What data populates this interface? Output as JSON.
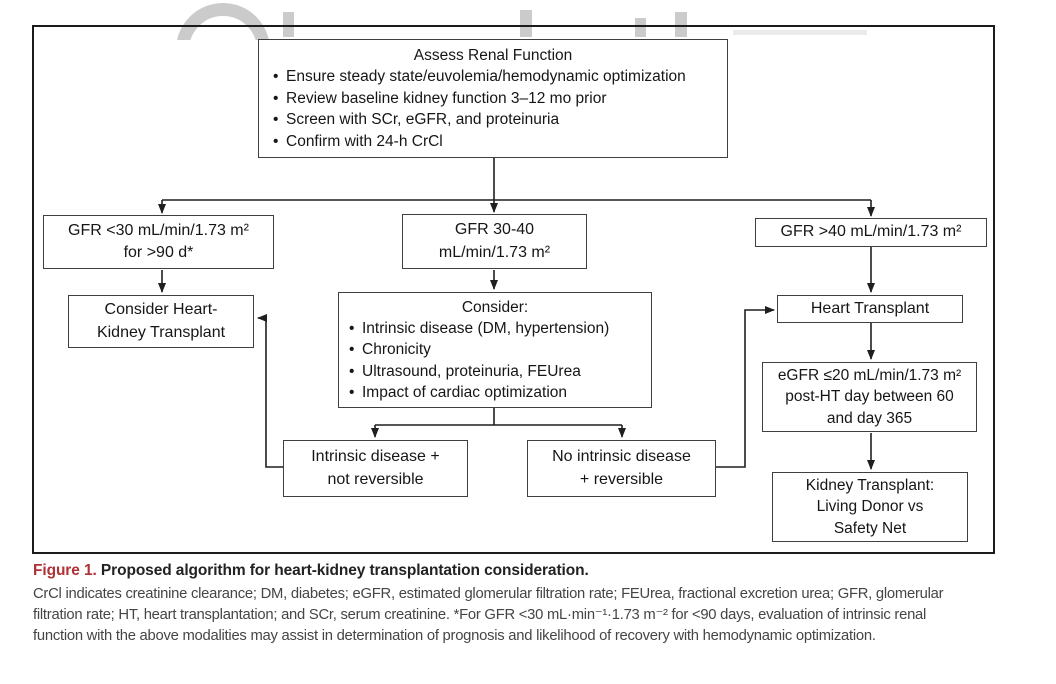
{
  "colors": {
    "figure_label_red": "#ae3236",
    "line_black": "#1f1f1f",
    "box_border": "#3f3f3f",
    "watermark_gray": "#cbcbcb"
  },
  "flowchart": {
    "assess": {
      "title": "Assess Renal Function",
      "bullets": [
        "Ensure steady state/euvolemia/hemodynamic optimization",
        "Review baseline kidney function 3–12 mo prior",
        "Screen with SCr, eGFR, and proteinuria",
        "Confirm with 24-h CrCl"
      ]
    },
    "gfr_low": {
      "line1": "GFR <30 mL/min/1.73 m²",
      "line2": "for >90 d*"
    },
    "gfr_mid": {
      "line1": "GFR 30-40",
      "line2": "mL/min/1.73 m²"
    },
    "gfr_high": {
      "line1": "GFR >40 mL/min/1.73 m²"
    },
    "consider_hk": {
      "line1": "Consider Heart-",
      "line2": "Kidney Transplant"
    },
    "consider": {
      "title": "Consider:",
      "bullets": [
        "Intrinsic disease (DM, hypertension)",
        "Chronicity",
        "Ultrasound, proteinuria, FEUrea",
        "Impact of cardiac optimization"
      ]
    },
    "heart_tx": {
      "line1": "Heart Transplant"
    },
    "egfr_post": {
      "line1": "eGFR ≤20 mL/min/1.73  m²",
      "line2": "post-HT day between 60",
      "line3": "and day 365"
    },
    "intrinsic": {
      "line1": "Intrinsic disease +",
      "line2": "not reversible"
    },
    "no_intrinsic": {
      "line1": "No intrinsic disease",
      "line2": "+  reversible"
    },
    "kidney_tx": {
      "line1": "Kidney Transplant:",
      "line2": "Living Donor vs",
      "line3": "Safety Net"
    }
  },
  "caption": {
    "label": "Figure 1.",
    "title": " Proposed algorithm for heart-kidney transplantation consideration.",
    "body_lines": [
      "CrCl indicates creatinine clearance; DM, diabetes; eGFR, estimated glomerular filtration rate; FEUrea, fractional excretion urea; GFR, glomerular",
      "filtration rate; HT, heart transplantation; and SCr, serum creatinine. *For GFR <30 mL·min⁻¹·1.73 m⁻² for <90 days, evaluation of intrinsic renal",
      "function with the above modalities may assist in determination of prognosis and likelihood of recovery with hemodynamic optimization."
    ]
  }
}
